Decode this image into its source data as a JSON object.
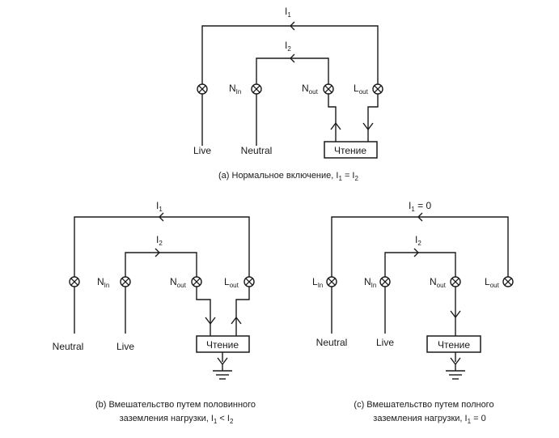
{
  "diagram_a": {
    "current_1": "I",
    "current_1_sub": "1",
    "current_2": "I",
    "current_2_sub": "2",
    "terminal_n_in": "N",
    "terminal_n_in_sub": "In",
    "terminal_n_out": "N",
    "terminal_n_out_sub": "out",
    "terminal_l_out": "L",
    "terminal_l_out_sub": "out",
    "label_live": "Live",
    "label_neutral": "Neutral",
    "meter_label": "Чтение",
    "caption_prefix": "(a) Нормальное включение, I",
    "caption_sub1": "1",
    "caption_mid": " = I",
    "caption_sub2": "2"
  },
  "diagram_b": {
    "current_1": "I",
    "current_1_sub": "1",
    "current_2": "I",
    "current_2_sub": "2",
    "terminal_n_in": "N",
    "terminal_n_in_sub": "In",
    "terminal_n_out": "N",
    "terminal_n_out_sub": "out",
    "terminal_l_out": "L",
    "terminal_l_out_sub": "out",
    "label_neutral": "Neutral",
    "label_live": "Live",
    "meter_label": "Чтение",
    "caption_line1": "(b) Вмешательство путем половинного",
    "caption_line2_prefix": "заземления нагрузки,  I",
    "caption_sub1": "1",
    "caption_mid": " < I",
    "caption_sub2": "2"
  },
  "diagram_c": {
    "current_1": "I",
    "current_1_sub": "1",
    "current_1_value": " = 0",
    "current_2": "I",
    "current_2_sub": "2",
    "terminal_l_in": "L",
    "terminal_l_in_sub": "In",
    "terminal_n_in": "N",
    "terminal_n_in_sub": "In",
    "terminal_n_out": "N",
    "terminal_n_out_sub": "out",
    "terminal_l_out": "L",
    "terminal_l_out_sub": "out",
    "label_neutral": "Neutral",
    "label_live": "Live",
    "meter_label": "Чтение",
    "caption_line1": "(c) Вмешательство путем полного",
    "caption_line2_prefix": "заземления нагрузки,  I",
    "caption_sub1": "1",
    "caption_mid": " = 0"
  }
}
